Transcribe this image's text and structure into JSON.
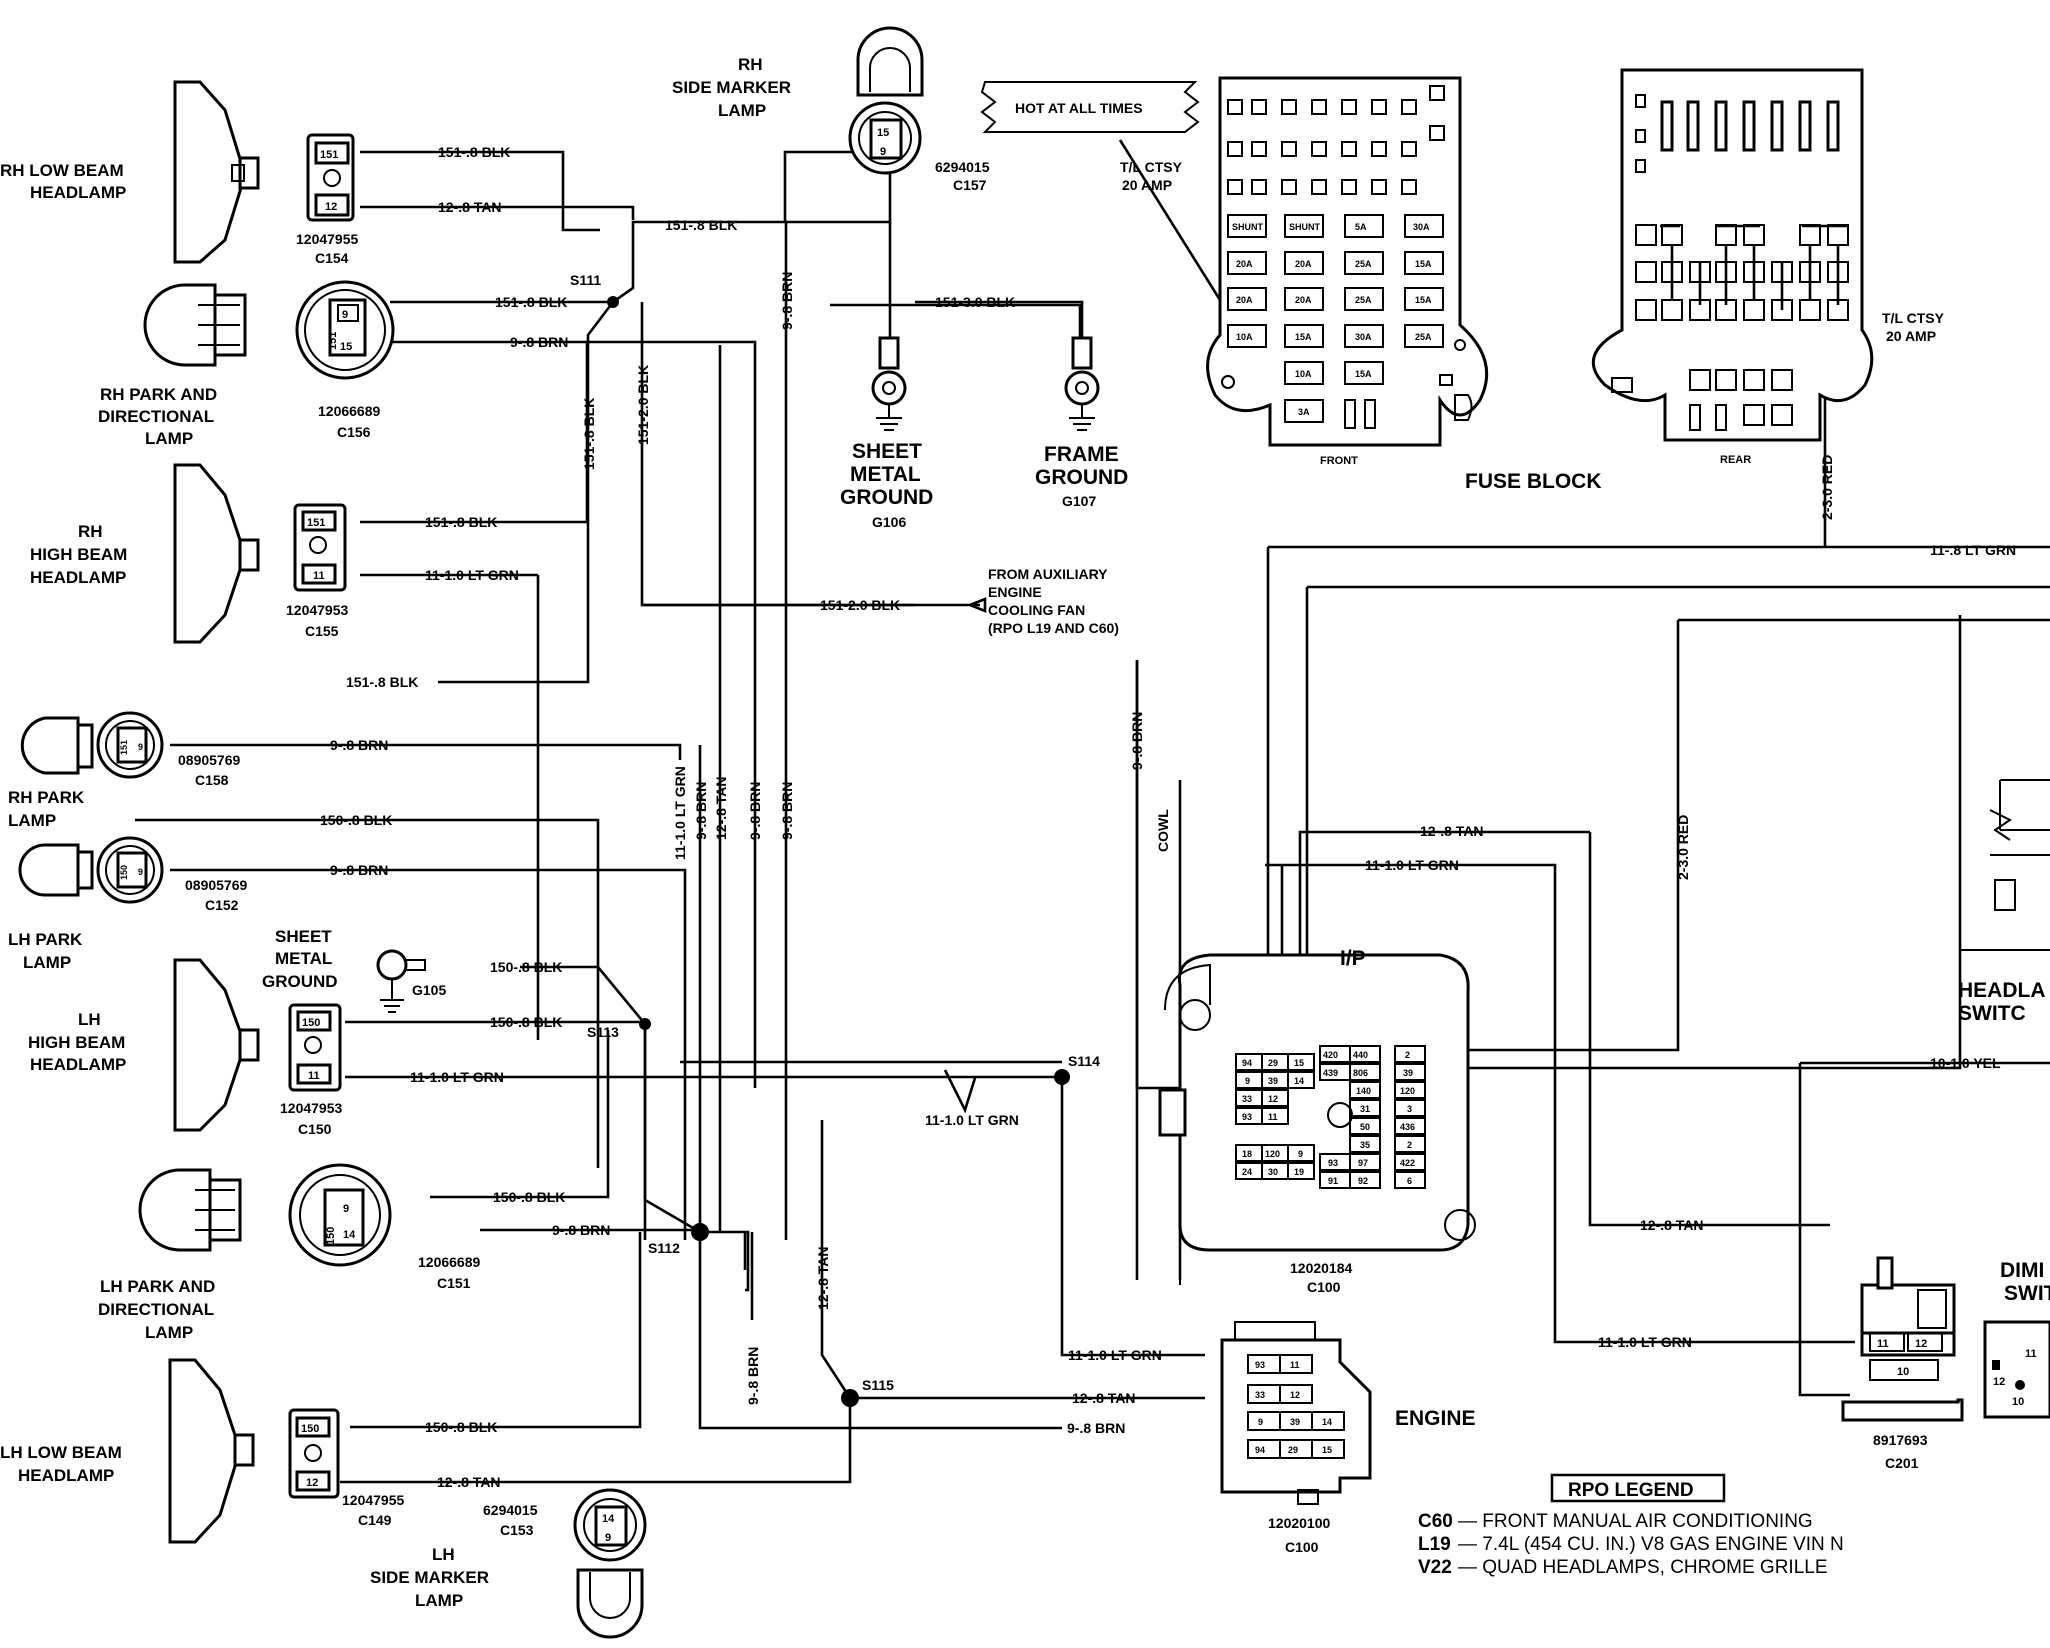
{
  "components": {
    "rh_low_beam": [
      "RH LOW BEAM",
      "HEADLAMP"
    ],
    "rh_park_dir": [
      "RH PARK AND",
      "DIRECTIONAL",
      "LAMP"
    ],
    "rh_high_beam": [
      "RH",
      "HIGH BEAM",
      "HEADLAMP"
    ],
    "rh_park": [
      "RH PARK",
      "LAMP"
    ],
    "lh_park": [
      "LH PARK",
      "LAMP"
    ],
    "lh_high_beam": [
      "LH",
      "HIGH BEAM",
      "HEADLAMP"
    ],
    "lh_park_dir": [
      "LH PARK AND",
      "DIRECTIONAL",
      "LAMP"
    ],
    "lh_low_beam": [
      "LH LOW BEAM",
      "HEADLAMP"
    ],
    "rh_side_marker": [
      "RH",
      "SIDE MARKER",
      "LAMP"
    ],
    "lh_side_marker": [
      "LH",
      "SIDE MARKER",
      "LAMP"
    ],
    "sheet_metal_ground_top": [
      "SHEET",
      "METAL",
      "GROUND"
    ],
    "sheet_metal_ground_left": [
      "SHEET",
      "METAL",
      "GROUND"
    ],
    "frame_ground": [
      "FRAME",
      "GROUND"
    ],
    "fuse_block": "FUSE BLOCK",
    "front": "FRONT",
    "rear": "REAR",
    "hot_at_all_times": "HOT AT ALL TIMES",
    "tl_ctsy_front": [
      "T/L CTSY",
      "20 AMP"
    ],
    "tl_ctsy_rear": [
      "T/L CTSY",
      "20 AMP"
    ],
    "ip": "I/P",
    "engine": "ENGINE",
    "cowl": "COWL",
    "headlamp_switch": [
      "HEADLA",
      "SWITC"
    ],
    "dimmer_switch": [
      "DIMI",
      "SWIT"
    ],
    "aux_fan": [
      "FROM AUXILIARY",
      "ENGINE",
      "COOLING FAN",
      "(RPO L19 AND C60)"
    ]
  },
  "connectors": {
    "c154": [
      "12047955",
      "C154"
    ],
    "c156": [
      "12066689",
      "C156"
    ],
    "c155": [
      "12047953",
      "C155"
    ],
    "c158": [
      "08905769",
      "C158"
    ],
    "c152": [
      "08905769",
      "C152"
    ],
    "c150": [
      "12047953",
      "C150"
    ],
    "c151": [
      "12066689",
      "C151"
    ],
    "c149": [
      "12047955",
      "C149"
    ],
    "c157": [
      "6294015",
      "C157"
    ],
    "c153": [
      "6294015",
      "C153"
    ],
    "g106": "G106",
    "g107": "G107",
    "g105": "G105",
    "c100_ip": [
      "12020184",
      "C100"
    ],
    "c100_eng": [
      "12020100",
      "C100"
    ],
    "c201": [
      "8917693",
      "C201"
    ]
  },
  "splices": [
    "S111",
    "S112",
    "S113",
    "S114",
    "S115"
  ],
  "wires": {
    "w151_8blk": "151-.8 BLK",
    "w12_8tan": "12-.8 TAN",
    "w9_8brn": "9-.8 BRN",
    "w11_10ltgrn": "11-1.0 LT GRN",
    "w150_8blk": "150-.8 BLK",
    "w151_30blk": "151-3.0 BLK",
    "w151_20blk": "151-2.0 BLK",
    "w2_30red": "2-3.0 RED",
    "w11_8ltgrn": "11-.8 LT GRN",
    "w10_10yel": "10-1.0 YEL"
  },
  "pins": {
    "p151": "151",
    "p150": "150",
    "p12": "12",
    "p11": "11",
    "p9": "9",
    "p15": "15",
    "p14": "14",
    "p10": "10"
  },
  "fuses": {
    "shunt": "SHUNT",
    "f20a": "20A",
    "f25a": "25A",
    "f15a": "15A",
    "f30a": "30A",
    "f10a": "10A",
    "f5a": "5A",
    "f3a": "3A"
  },
  "ip_pins": [
    [
      "94",
      "29",
      "15",
      "420",
      "440",
      "2"
    ],
    [
      "9",
      "39",
      "14",
      "439",
      "806",
      "39"
    ],
    [
      "33",
      "12",
      "",
      "",
      "140",
      "120"
    ],
    [
      "93",
      "11",
      "",
      "",
      "31",
      "3"
    ],
    [
      "",
      "",
      "",
      "",
      "50",
      "436"
    ],
    [
      "18",
      "120",
      "9",
      "",
      "35",
      "2"
    ],
    [
      "24",
      "30",
      "19",
      "93",
      "97",
      "422"
    ],
    [
      "",
      "",
      "",
      "91",
      "92",
      "6"
    ]
  ],
  "engine_pins": [
    [
      "93",
      "11"
    ],
    [
      "33",
      "12"
    ],
    [
      "9",
      "39",
      "14"
    ],
    [
      "94",
      "29",
      "15"
    ]
  ],
  "rpo_legend": {
    "title": "RPO LEGEND",
    "items": [
      {
        "code": "C60",
        "text": "— FRONT MANUAL AIR CONDITIONING"
      },
      {
        "code": "L19",
        "text": "— 7.4L (454 CU. IN.) V8 GAS ENGINE VIN N"
      },
      {
        "code": "V22",
        "text": "— QUAD HEADLAMPS, CHROME GRILLE"
      }
    ]
  }
}
